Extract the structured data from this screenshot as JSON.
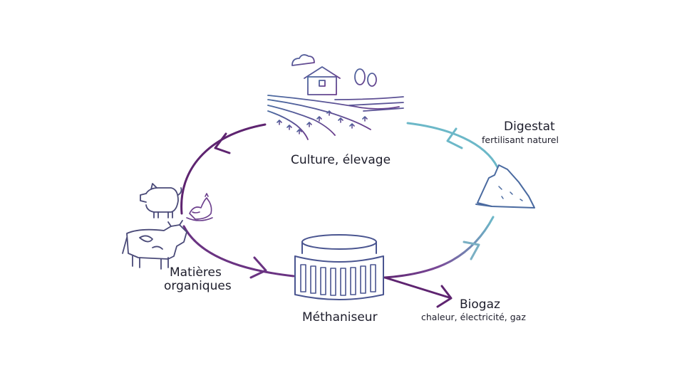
{
  "labels": {
    "culture": "Culture, élevage",
    "digestat_title": "Digestat",
    "digestat_sub": "fertilisant naturel",
    "matieres_line1": "Matières",
    "matieres_line2": "organiques",
    "methaniseur": "Méthaniseur",
    "biogaz_title": "Biogaz",
    "biogaz_sub": "chaleur, électricité, gaz"
  },
  "colors": {
    "purple": "#5e2470",
    "teal": "#6cb8c8",
    "icon_blue": "#4a6aa0",
    "icon_violet": "#6b3e8c"
  },
  "icons": [
    "farm-landscape-icon",
    "digestate-pile-icon",
    "pig-icon",
    "hen-icon",
    "cow-icon",
    "digester-tank-icon"
  ]
}
